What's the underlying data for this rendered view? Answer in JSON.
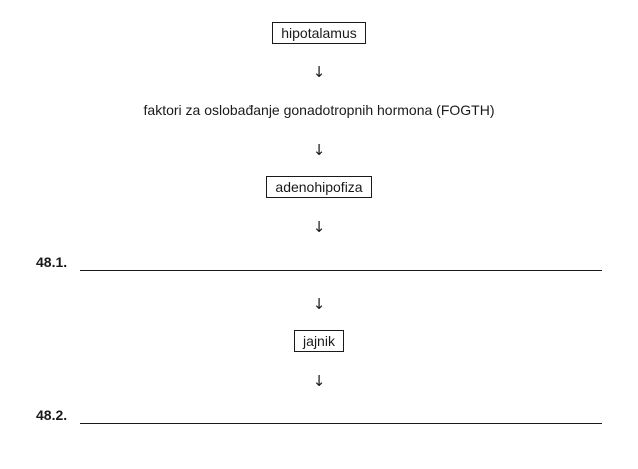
{
  "flow": {
    "step1": "hipotalamus",
    "step2": "faktori za oslobađanje gonadotropnih hormona (FOGTH)",
    "step3": "adenohipofiza",
    "step5": "jajnik",
    "arrow": "↓"
  },
  "answers": [
    {
      "label": "48.1."
    },
    {
      "label": "48.2."
    }
  ]
}
